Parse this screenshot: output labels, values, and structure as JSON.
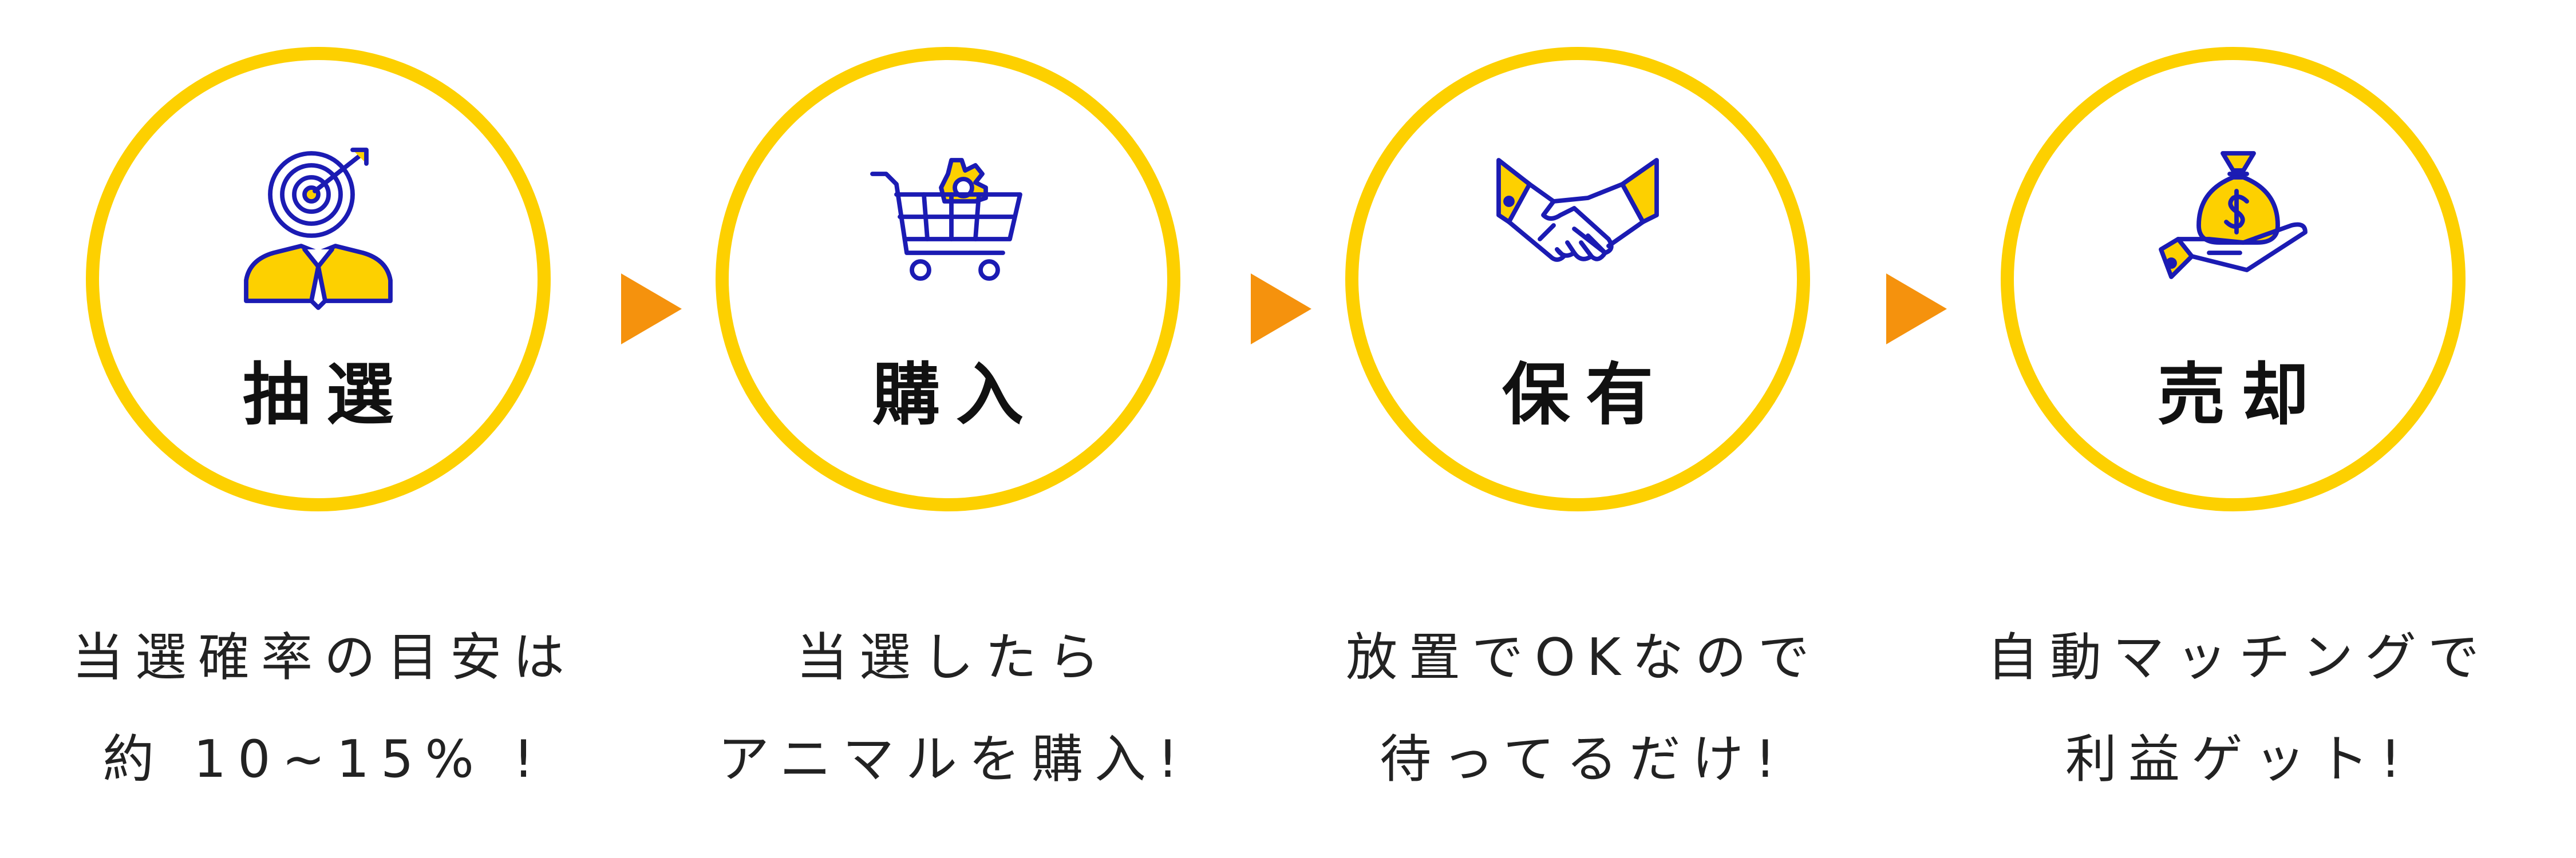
{
  "colors": {
    "ring": "#FDD000",
    "arrow": "#F5920D",
    "icon_stroke": "#1B1BB3",
    "icon_fill": "#FDD000",
    "text": "#111111"
  },
  "steps": [
    {
      "title": "抽選",
      "icon": "target-person-icon",
      "caption_lines": [
        "当選確率の目安は",
        "約 10~15% !"
      ]
    },
    {
      "title": "購入",
      "icon": "shopping-cart-icon",
      "caption_lines": [
        "当選したら",
        "アニマルを購入!"
      ]
    },
    {
      "title": "保有",
      "icon": "handshake-icon",
      "caption_lines": [
        "放置でOKなので",
        "待ってるだけ!"
      ]
    },
    {
      "title": "売却",
      "icon": "money-bag-hand-icon",
      "caption_lines": [
        "自動マッチングで",
        "利益ゲット!"
      ]
    }
  ]
}
